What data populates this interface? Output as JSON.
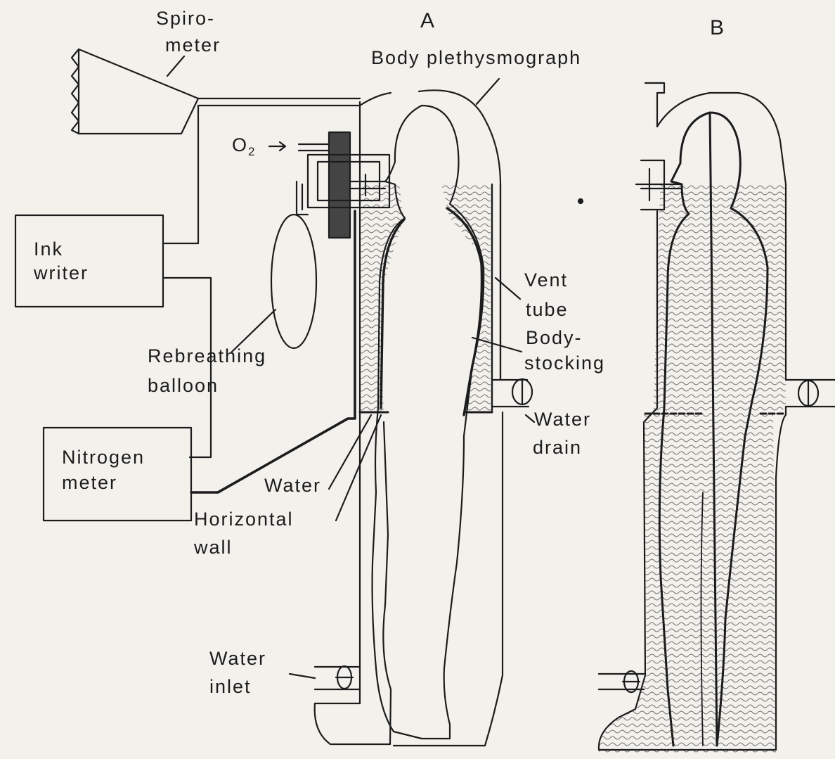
{
  "panels": {
    "a": "A",
    "b": "B"
  },
  "labels": {
    "spirometer_1": "Spiro-",
    "spirometer_2": "meter",
    "body_plethysmograph": "Body plethysmograph",
    "o2_main": "O",
    "o2_sub": "2",
    "ink_writer_1": "Ink",
    "ink_writer_2": "writer",
    "vent_tube_1": "Vent",
    "vent_tube_2": "tube",
    "body_stocking_1": "Body-",
    "body_stocking_2": "stocking",
    "rebreathing_balloon_1": "Rebreathing",
    "rebreathing_balloon_2": "balloon",
    "water_drain_1": "Water",
    "water_drain_2": "drain",
    "nitrogen_meter_1": "Nitrogen",
    "nitrogen_meter_2": "meter",
    "water": "Water",
    "horizontal_wall_1": "Horizontal",
    "horizontal_wall_2": "wall",
    "water_inlet_1": "Water",
    "water_inlet_2": "inlet"
  },
  "colors": {
    "ink": "#1c1c1c",
    "paper": "#f3f1ec",
    "water": "#8a8a8a"
  }
}
